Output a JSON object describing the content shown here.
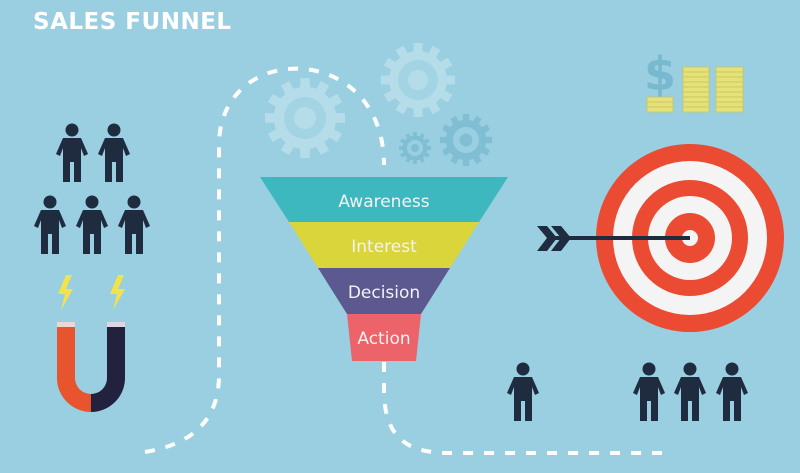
{
  "title": "SALES FUNNEL",
  "colors": {
    "background": "#99cfe0",
    "gear_light": "#b5dde9",
    "gear_dark": "#80bfd3",
    "person": "#1f2b3f",
    "target_red": "#ea4b32",
    "target_white": "#f4f4f4",
    "coin": "#e6e27a",
    "dollar": "#79b9cf",
    "magnet_red": "#e8542e",
    "magnet_navy": "#22223f",
    "bolt": "#f3e34a"
  },
  "funnel": {
    "stages": [
      {
        "label": "Awareness",
        "color": "#3db8bf"
      },
      {
        "label": "Interest",
        "color": "#d9d53b"
      },
      {
        "label": "Decision",
        "color": "#5c5890"
      },
      {
        "label": "Action",
        "color": "#ec6369"
      }
    ]
  },
  "icons": {
    "gears": "gear-icon",
    "people": "person-icon",
    "magnet": "magnet-icon",
    "lightning": "lightning-icon",
    "target": "target-icon",
    "arrow": "arrow-icon",
    "money": "dollar-coins-icon"
  }
}
